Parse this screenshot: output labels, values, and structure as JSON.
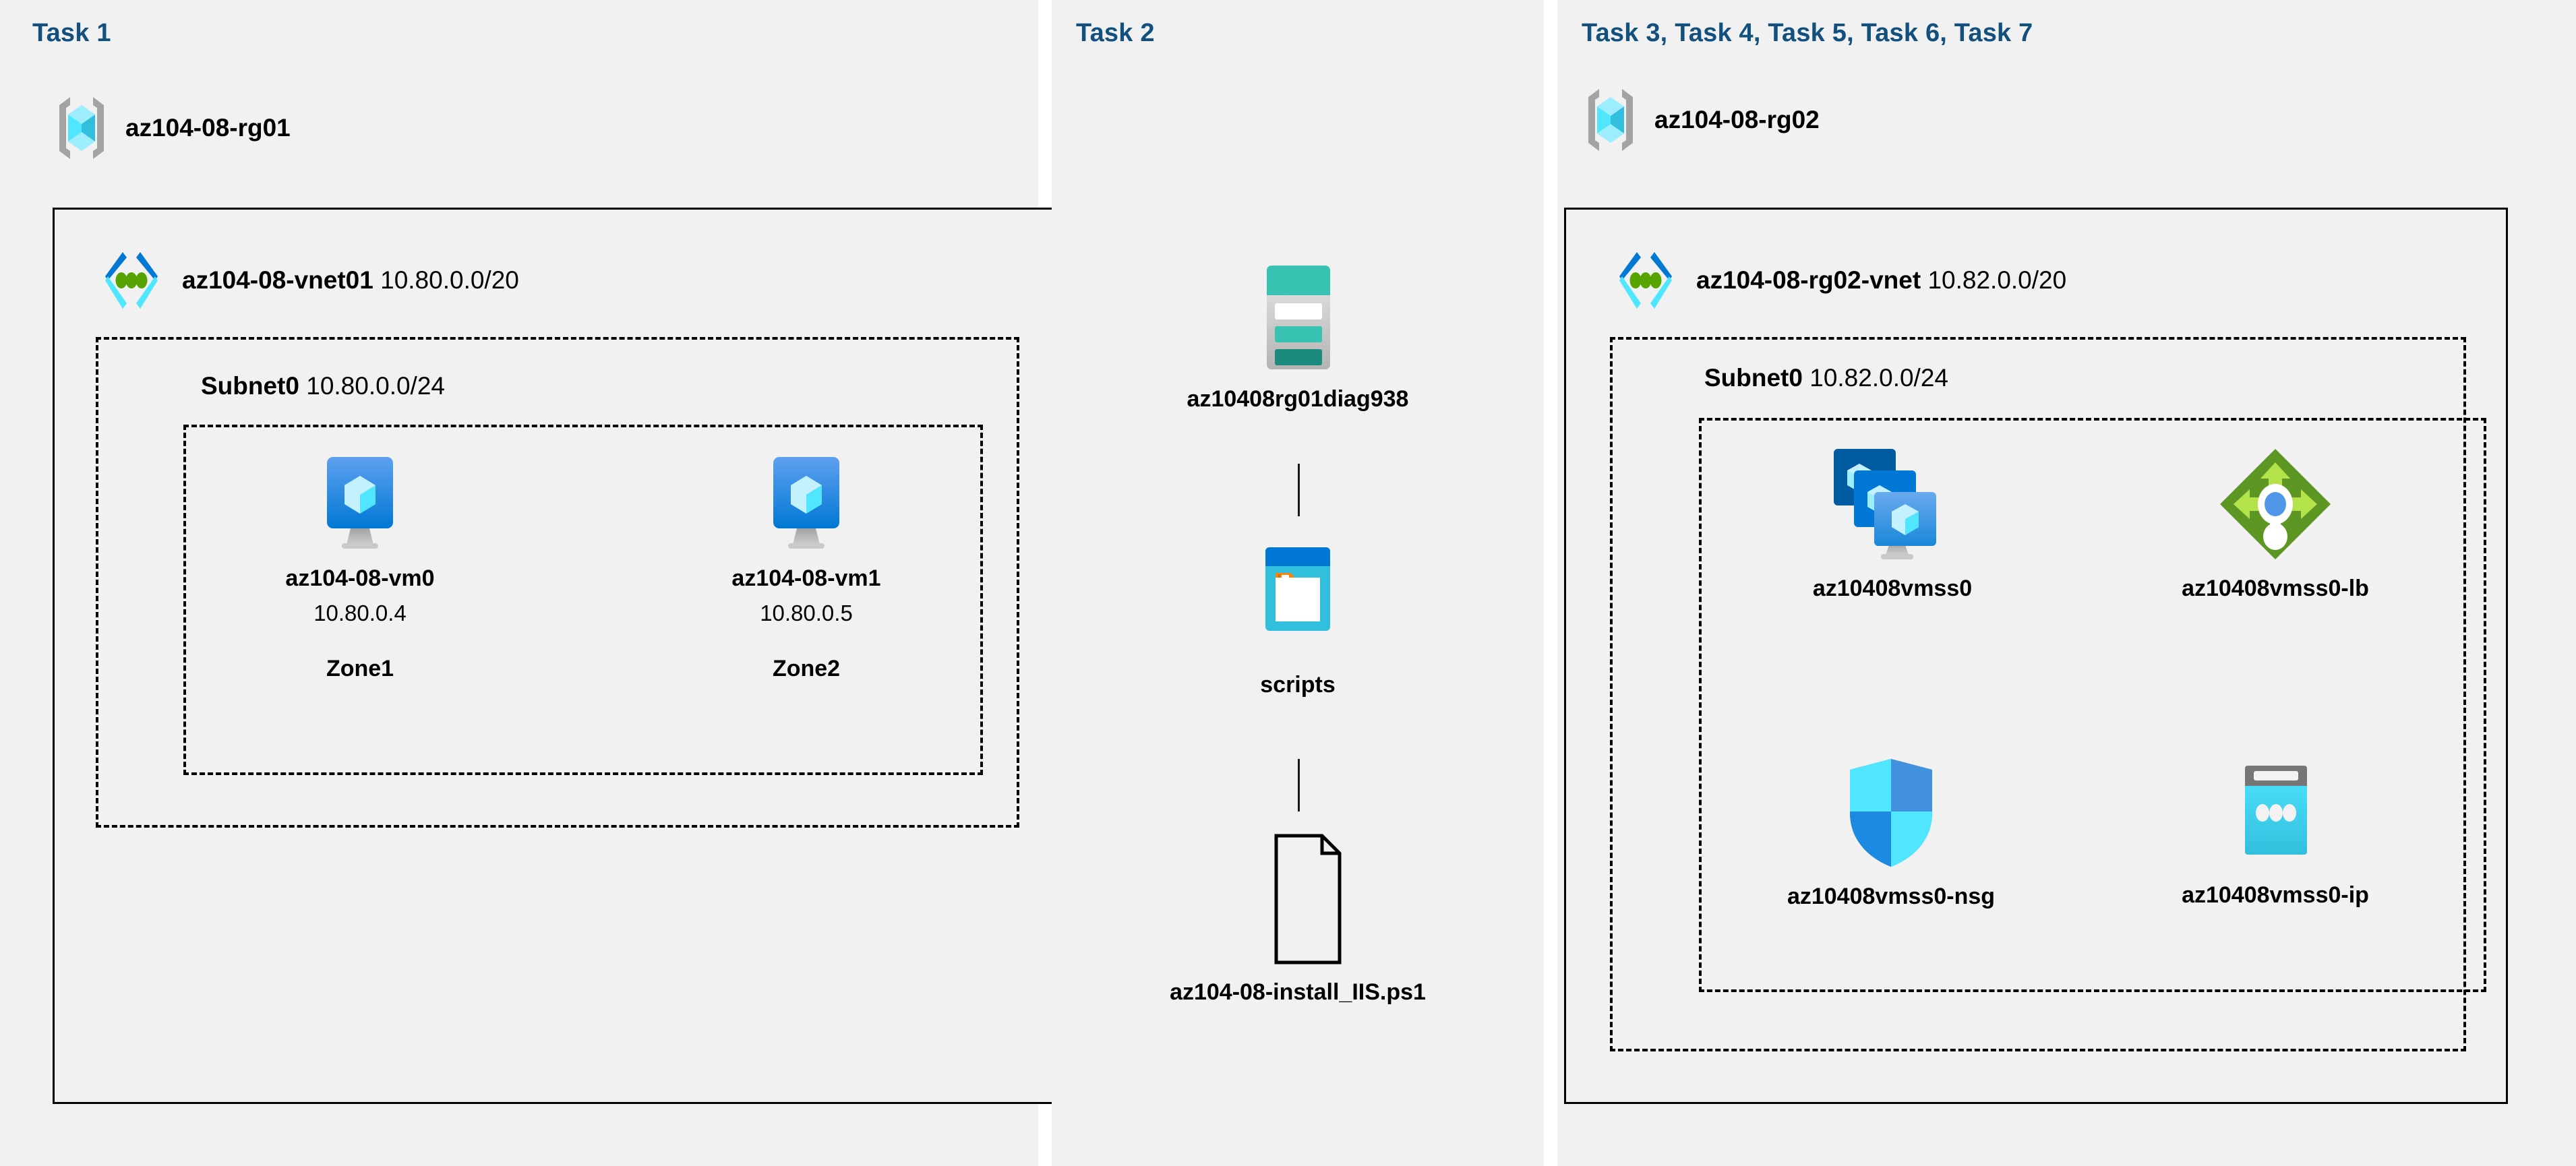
{
  "panels": [
    {
      "title": "Task 1"
    },
    {
      "title": "Task 2"
    },
    {
      "title": "Task 3, Task 4, Task 5, Task 6, Task 7"
    }
  ],
  "task1": {
    "resource_group": {
      "name": "az104-08-rg01",
      "icon": "resource-group-icon"
    },
    "vnet": {
      "name": "az104-08-vnet01",
      "cidr": "10.80.0.0/20",
      "icon": "virtual-network-icon"
    },
    "subnet": {
      "name": "Subnet0",
      "cidr": "10.80.0.0/24"
    },
    "vms": [
      {
        "name": "az104-08-vm0",
        "ip": "10.80.0.4",
        "zone": "Zone1",
        "icon": "virtual-machine-icon"
      },
      {
        "name": "az104-08-vm1",
        "ip": "10.80.0.5",
        "zone": "Zone2",
        "icon": "virtual-machine-icon"
      }
    ]
  },
  "task2": {
    "storage_account": {
      "name": "az10408rg01diag938",
      "icon": "storage-account-icon"
    },
    "container": {
      "name": "scripts",
      "icon": "blob-container-icon"
    },
    "file": {
      "name": "az104-08-install_IIS.ps1",
      "icon": "script-file-icon"
    }
  },
  "task3to7": {
    "resource_group": {
      "name": "az104-08-rg02",
      "icon": "resource-group-icon"
    },
    "vnet": {
      "name": "az104-08-rg02-vnet",
      "cidr": "10.82.0.0/20",
      "icon": "virtual-network-icon"
    },
    "subnet": {
      "name": "Subnet0",
      "cidr": "10.82.0.0/24"
    },
    "resources": [
      {
        "name": "az10408vmss0",
        "icon": "vm-scale-set-icon"
      },
      {
        "name": "az10408vmss0-lb",
        "icon": "load-balancer-icon"
      },
      {
        "name": "az10408vmss0-nsg",
        "icon": "network-security-group-icon"
      },
      {
        "name": "az10408vmss0-ip",
        "icon": "public-ip-address-icon"
      }
    ]
  },
  "colors": {
    "task_title": "#12507e",
    "panel_bg": "#f1f1f1",
    "border": "#000000",
    "azure_blue": "#0078d4",
    "azure_cyan": "#50e6ff",
    "storage_teal": "#37c2b1",
    "lb_green": "#6cae3e",
    "text": "#000000"
  }
}
